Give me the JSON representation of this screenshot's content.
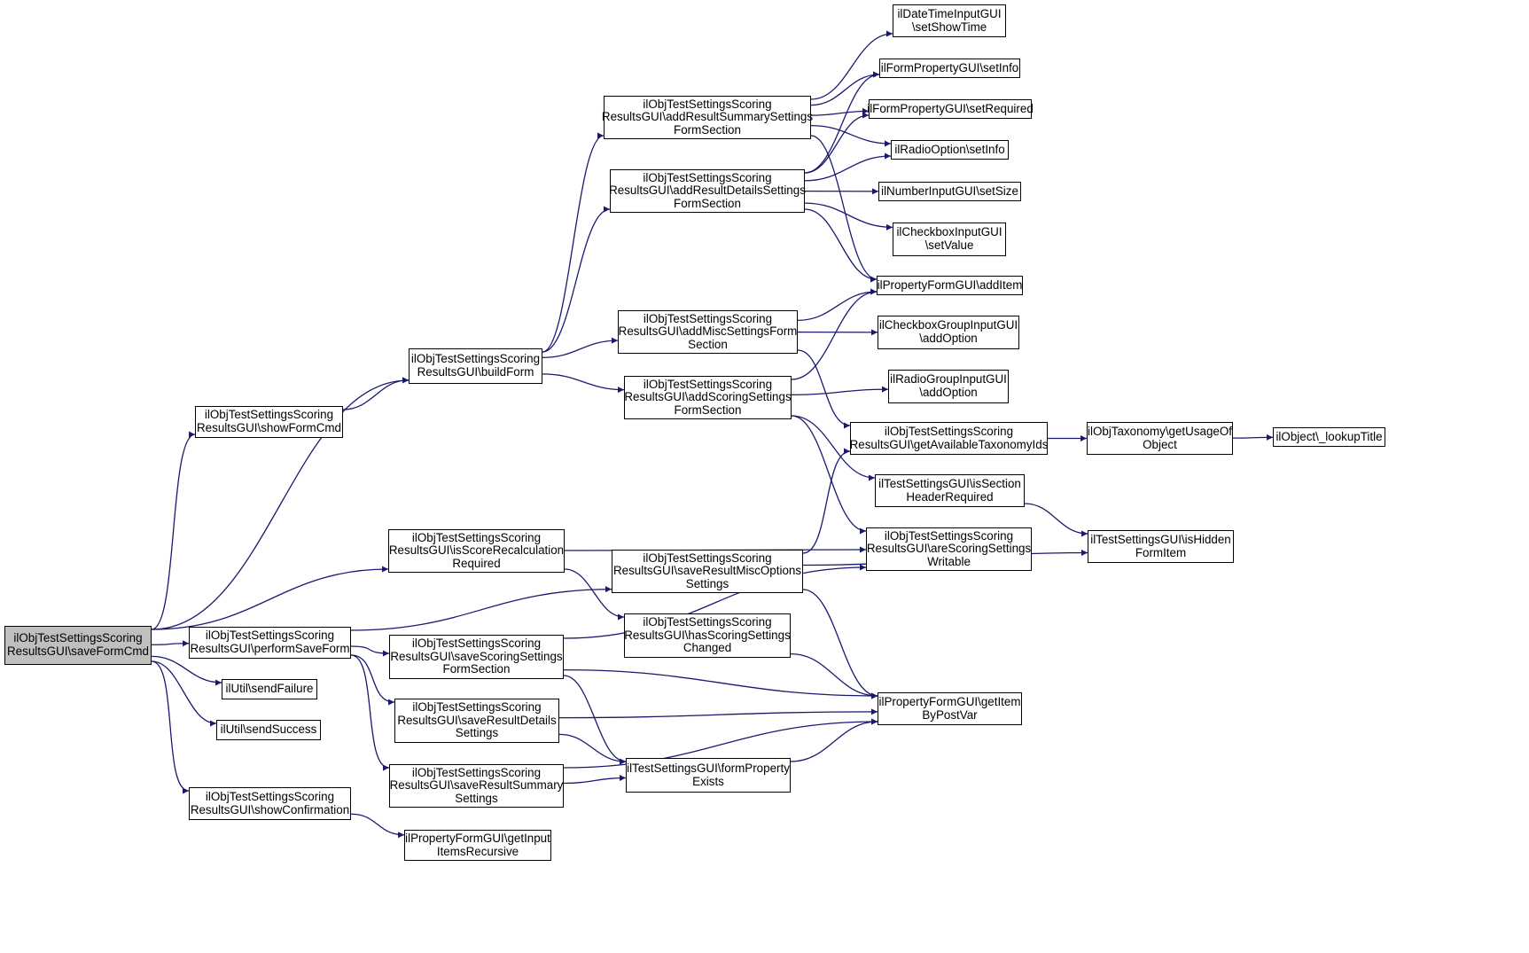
{
  "colors": {
    "edge": "#191970",
    "node_border": "#000000",
    "node_fill": "#ffffff",
    "root_fill": "#bfbfbf"
  },
  "nodes": [
    {
      "id": "saveFormCmd",
      "lines": [
        "ilObjTestSettingsScoring",
        "ResultsGUI\\saveFormCmd"
      ],
      "root": true
    },
    {
      "id": "showFormCmd",
      "lines": [
        "ilObjTestSettingsScoring",
        "ResultsGUI\\showFormCmd"
      ]
    },
    {
      "id": "buildForm",
      "lines": [
        "ilObjTestSettingsScoring",
        "ResultsGUI\\buildForm"
      ]
    },
    {
      "id": "addResultSummary",
      "lines": [
        "ilObjTestSettingsScoring",
        "ResultsGUI\\addResultSummarySettings",
        "FormSection"
      ]
    },
    {
      "id": "addResultDetails",
      "lines": [
        "ilObjTestSettingsScoring",
        "ResultsGUI\\addResultDetailsSettings",
        "FormSection"
      ]
    },
    {
      "id": "addMisc",
      "lines": [
        "ilObjTestSettingsScoring",
        "ResultsGUI\\addMiscSettingsForm",
        "Section"
      ]
    },
    {
      "id": "addScoring",
      "lines": [
        "ilObjTestSettingsScoring",
        "ResultsGUI\\addScoringSettings",
        "FormSection"
      ]
    },
    {
      "id": "setShowTime",
      "lines": [
        "ilDateTimeInputGUI",
        "\\setShowTime"
      ]
    },
    {
      "id": "formPropSetInfo",
      "lines": [
        "ilFormPropertyGUI\\setInfo"
      ]
    },
    {
      "id": "setRequired",
      "lines": [
        "ilFormPropertyGUI\\setRequired"
      ]
    },
    {
      "id": "radioSetInfo",
      "lines": [
        "ilRadioOption\\setInfo"
      ]
    },
    {
      "id": "setSize",
      "lines": [
        "ilNumberInputGUI\\setSize"
      ]
    },
    {
      "id": "setValue",
      "lines": [
        "ilCheckboxInputGUI",
        "\\setValue"
      ]
    },
    {
      "id": "addItem",
      "lines": [
        "ilPropertyFormGUI\\addItem"
      ]
    },
    {
      "id": "cbGroupAddOption",
      "lines": [
        "ilCheckboxGroupInputGUI",
        "\\addOption"
      ]
    },
    {
      "id": "radioGroupAddOption",
      "lines": [
        "ilRadioGroupInputGUI",
        "\\addOption"
      ]
    },
    {
      "id": "getAvailTax",
      "lines": [
        "ilObjTestSettingsScoring",
        "ResultsGUI\\getAvailableTaxonomyIds"
      ]
    },
    {
      "id": "getUsageOf",
      "lines": [
        "ilObjTaxonomy\\getUsageOf",
        "Object"
      ]
    },
    {
      "id": "lookupTitle",
      "lines": [
        "ilObject\\_lookupTitle"
      ]
    },
    {
      "id": "isSectionHdr",
      "lines": [
        "ilTestSettingsGUI\\isSection",
        "HeaderRequired"
      ]
    },
    {
      "id": "isHidden",
      "lines": [
        "ilTestSettingsGUI\\isHidden",
        "FormItem"
      ]
    },
    {
      "id": "areScoringWritable",
      "lines": [
        "ilObjTestSettingsScoring",
        "ResultsGUI\\areScoringSettings",
        "Writable"
      ]
    },
    {
      "id": "isScoreRecalc",
      "lines": [
        "ilObjTestSettingsScoring",
        "ResultsGUI\\isScoreRecalculation",
        "Required"
      ]
    },
    {
      "id": "saveMisc",
      "lines": [
        "ilObjTestSettingsScoring",
        "ResultsGUI\\saveResultMiscOptions",
        "Settings"
      ]
    },
    {
      "id": "hasScoringChanged",
      "lines": [
        "ilObjTestSettingsScoring",
        "ResultsGUI\\hasScoringSettings",
        "Changed"
      ]
    },
    {
      "id": "performSaveForm",
      "lines": [
        "ilObjTestSettingsScoring",
        "ResultsGUI\\performSaveForm"
      ]
    },
    {
      "id": "saveScoring",
      "lines": [
        "ilObjTestSettingsScoring",
        "ResultsGUI\\saveScoringSettings",
        "FormSection"
      ]
    },
    {
      "id": "sendFailure",
      "lines": [
        "ilUtil\\sendFailure"
      ]
    },
    {
      "id": "sendSuccess",
      "lines": [
        "ilUtil\\sendSuccess"
      ]
    },
    {
      "id": "saveDetails",
      "lines": [
        "ilObjTestSettingsScoring",
        "ResultsGUI\\saveResultDetails",
        "Settings"
      ]
    },
    {
      "id": "saveSummary",
      "lines": [
        "ilObjTestSettingsScoring",
        "ResultsGUI\\saveResultSummary",
        "Settings"
      ]
    },
    {
      "id": "showConfirmation",
      "lines": [
        "ilObjTestSettingsScoring",
        "ResultsGUI\\showConfirmation"
      ]
    },
    {
      "id": "getInputItemsRec",
      "lines": [
        "ilPropertyFormGUI\\getInput",
        "ItemsRecursive"
      ]
    },
    {
      "id": "getItemByPostVar",
      "lines": [
        "ilPropertyFormGUI\\getItem",
        "ByPostVar"
      ]
    },
    {
      "id": "formPropExists",
      "lines": [
        "ilTestSettingsGUI\\formProperty",
        "Exists"
      ]
    }
  ],
  "edges": [
    [
      "saveFormCmd",
      "showFormCmd"
    ],
    [
      "saveFormCmd",
      "buildForm"
    ],
    [
      "saveFormCmd",
      "isScoreRecalc"
    ],
    [
      "saveFormCmd",
      "performSaveForm"
    ],
    [
      "saveFormCmd",
      "sendFailure"
    ],
    [
      "saveFormCmd",
      "sendSuccess"
    ],
    [
      "saveFormCmd",
      "showConfirmation"
    ],
    [
      "showFormCmd",
      "buildForm"
    ],
    [
      "buildForm",
      "addResultSummary"
    ],
    [
      "buildForm",
      "addResultDetails"
    ],
    [
      "buildForm",
      "addMisc"
    ],
    [
      "buildForm",
      "addScoring"
    ],
    [
      "addResultSummary",
      "setShowTime"
    ],
    [
      "addResultSummary",
      "formPropSetInfo"
    ],
    [
      "addResultSummary",
      "setRequired"
    ],
    [
      "addResultSummary",
      "radioSetInfo"
    ],
    [
      "addResultSummary",
      "addItem"
    ],
    [
      "addResultDetails",
      "formPropSetInfo"
    ],
    [
      "addResultDetails",
      "setRequired"
    ],
    [
      "addResultDetails",
      "radioSetInfo"
    ],
    [
      "addResultDetails",
      "setSize"
    ],
    [
      "addResultDetails",
      "setValue"
    ],
    [
      "addResultDetails",
      "addItem"
    ],
    [
      "addMisc",
      "addItem"
    ],
    [
      "addMisc",
      "cbGroupAddOption"
    ],
    [
      "addMisc",
      "getAvailTax"
    ],
    [
      "addScoring",
      "addItem"
    ],
    [
      "addScoring",
      "radioGroupAddOption"
    ],
    [
      "addScoring",
      "isSectionHdr"
    ],
    [
      "addScoring",
      "areScoringWritable"
    ],
    [
      "getAvailTax",
      "getUsageOf"
    ],
    [
      "getUsageOf",
      "lookupTitle"
    ],
    [
      "isSectionHdr",
      "isHidden"
    ],
    [
      "isScoreRecalc",
      "areScoringWritable"
    ],
    [
      "isScoreRecalc",
      "hasScoringChanged"
    ],
    [
      "performSaveForm",
      "saveMisc"
    ],
    [
      "performSaveForm",
      "saveScoring"
    ],
    [
      "performSaveForm",
      "saveDetails"
    ],
    [
      "performSaveForm",
      "saveSummary"
    ],
    [
      "saveMisc",
      "getAvailTax"
    ],
    [
      "saveMisc",
      "isHidden"
    ],
    [
      "saveMisc",
      "getItemByPostVar"
    ],
    [
      "saveScoring",
      "areScoringWritable"
    ],
    [
      "saveScoring",
      "getItemByPostVar"
    ],
    [
      "saveScoring",
      "formPropExists"
    ],
    [
      "hasScoringChanged",
      "getItemByPostVar"
    ],
    [
      "saveDetails",
      "getItemByPostVar"
    ],
    [
      "saveDetails",
      "formPropExists"
    ],
    [
      "saveSummary",
      "formPropExists"
    ],
    [
      "saveSummary",
      "getItemByPostVar"
    ],
    [
      "formPropExists",
      "getItemByPostVar"
    ],
    [
      "showConfirmation",
      "getInputItemsRec"
    ]
  ]
}
